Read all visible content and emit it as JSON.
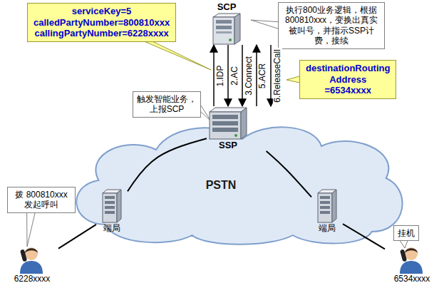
{
  "diagram": {
    "nodes": [
      {
        "text": [
          "serviceKey=5 calledPartyNumber=800810xxx callingPartyNumber=6228xxxx"
        ]
      },
      {
        "text": [
          "SCP"
        ]
      },
      {
        "text": [
          "执行800业务逻辑，根据800810xxx，变换出真实被叫号，并指示SSP计费，接续"
        ]
      },
      {
        "text": [
          "触发智能业务，上报SCP"
        ]
      },
      {
        "text": [
          "destinationRouting Address =6534xxxx"
        ]
      },
      {
        "text": [
          "SSP"
        ]
      },
      {
        "text": [
          "PSTN"
        ]
      },
      {
        "text": [
          "拨 800810xxx 发起呼叫"
        ]
      },
      {
        "text": [
          "端局"
        ]
      },
      {
        "text": [
          "端局"
        ]
      },
      {
        "text": [
          "挂机"
        ]
      },
      {
        "text": [
          "6228xxxx"
        ]
      },
      {
        "text": [
          "6534xxxx"
        ]
      }
    ],
    "edges": [
      {
        "from": 5,
        "to": 1,
        "arrow": "to",
        "label": "1.IDP"
      },
      {
        "from": 1,
        "to": 5,
        "arrow": "to",
        "label": "2.AC"
      },
      {
        "from": 1,
        "to": 5,
        "arrow": "to",
        "label": "3.Connect"
      },
      {
        "from": 5,
        "to": 1,
        "arrow": "to",
        "label": "5.ACR"
      },
      {
        "from": 1,
        "to": 5,
        "arrow": "to",
        "label": "6.ReleaseCall"
      },
      {
        "from": 11,
        "to": 8,
        "arrow": "none"
      },
      {
        "from": 8,
        "to": 5,
        "arrow": "none"
      },
      {
        "from": 5,
        "to": 9,
        "arrow": "none"
      },
      {
        "from": 9,
        "to": 12,
        "arrow": "none"
      }
    ]
  }
}
